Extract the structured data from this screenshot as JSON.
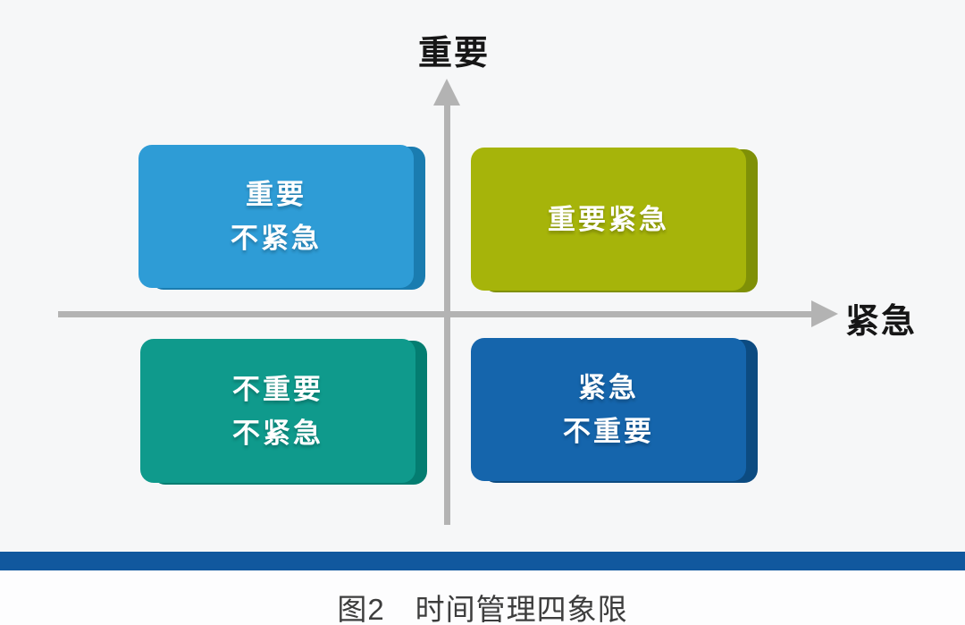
{
  "figure": {
    "y_axis_label": "重要",
    "x_axis_label": "紧急",
    "axis_color": "#b3b3b3",
    "quadrants": {
      "top_left": {
        "name": "important-not-urgent",
        "line1": "重要",
        "line2": "不紧急",
        "face_color": "#2e9cd6",
        "edge_color": "#1a7cb0"
      },
      "top_right": {
        "name": "important-urgent",
        "line1": "重要紧急",
        "line2": "",
        "face_color": "#a6b40a",
        "edge_color": "#7f9007"
      },
      "bottom_left": {
        "name": "not-important-not-urgent",
        "line1": "不重要",
        "line2": "不紧急",
        "face_color": "#0f9a8c",
        "edge_color": "#047d71"
      },
      "bottom_right": {
        "name": "urgent-not-important",
        "line1": "紧急",
        "line2": "不重要",
        "face_color": "#1565ac",
        "edge_color": "#0c4b81"
      }
    },
    "divider_bar_color": "#11589e",
    "caption": "图2　时间管理四象限"
  }
}
